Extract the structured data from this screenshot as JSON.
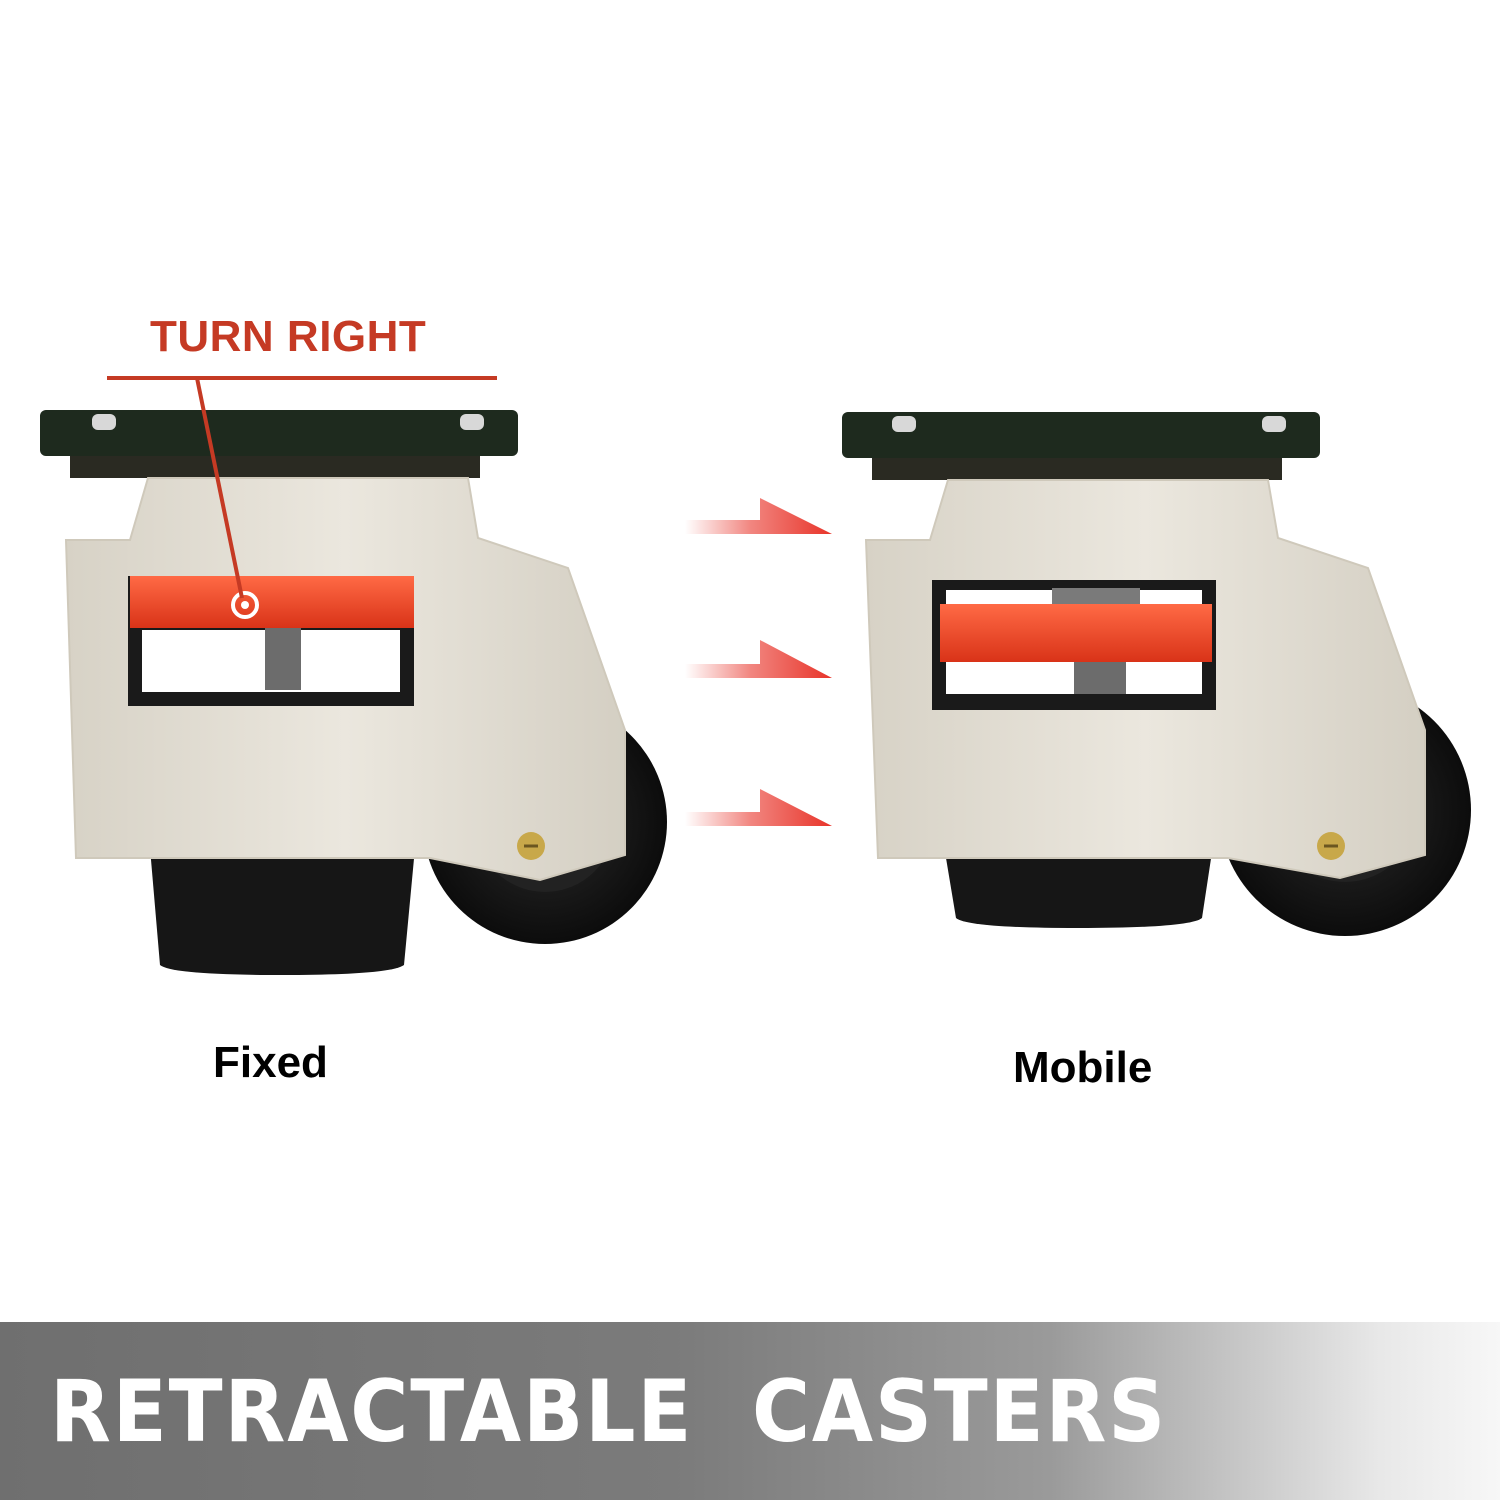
{
  "annotation": {
    "turn_right": "TURN RIGHT"
  },
  "casters": {
    "left_label": "Fixed",
    "right_label": "Mobile"
  },
  "banner": {
    "title": "RETRACTABLE  CASTERS"
  },
  "colors": {
    "accent_red": "#e8342a",
    "annotation_red": "#c53a24",
    "knob_orange": "#f24a2a",
    "mount_plate_green": "#1e2a1e",
    "housing_white": "#e6e2d8",
    "wheel_black": "#151515"
  },
  "icons": [
    "arrow-right-icon",
    "arrow-right-icon",
    "arrow-right-icon"
  ]
}
